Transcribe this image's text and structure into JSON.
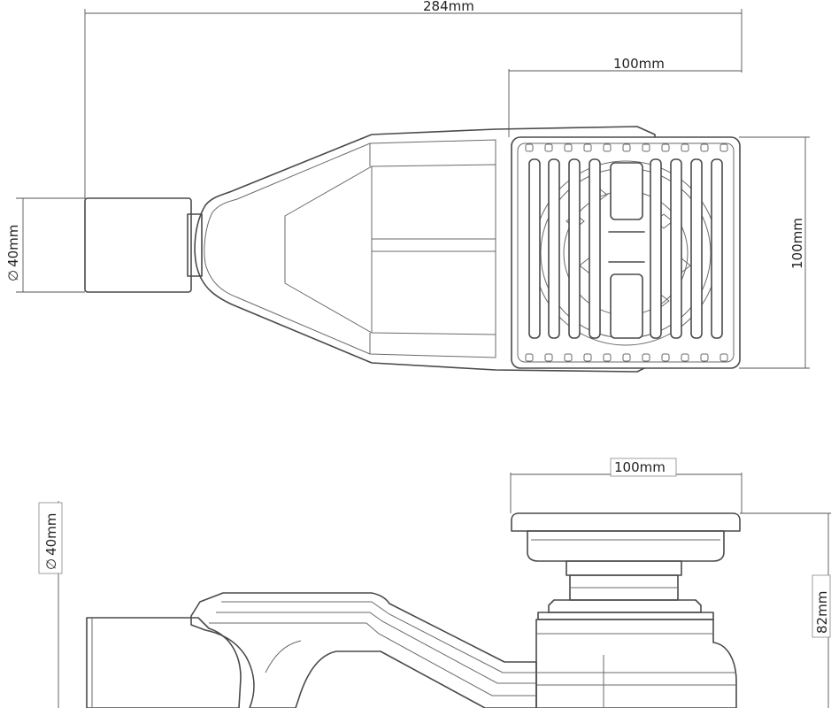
{
  "dimensions": {
    "overall_length": "284mm",
    "grate_width_top": "100mm",
    "grate_height": "100mm",
    "outlet_diameter_top": "40mm",
    "grate_width_side": "100mm",
    "outlet_diameter_side": "40mm",
    "body_height": "82mm",
    "diameter_symbol": "∅"
  }
}
